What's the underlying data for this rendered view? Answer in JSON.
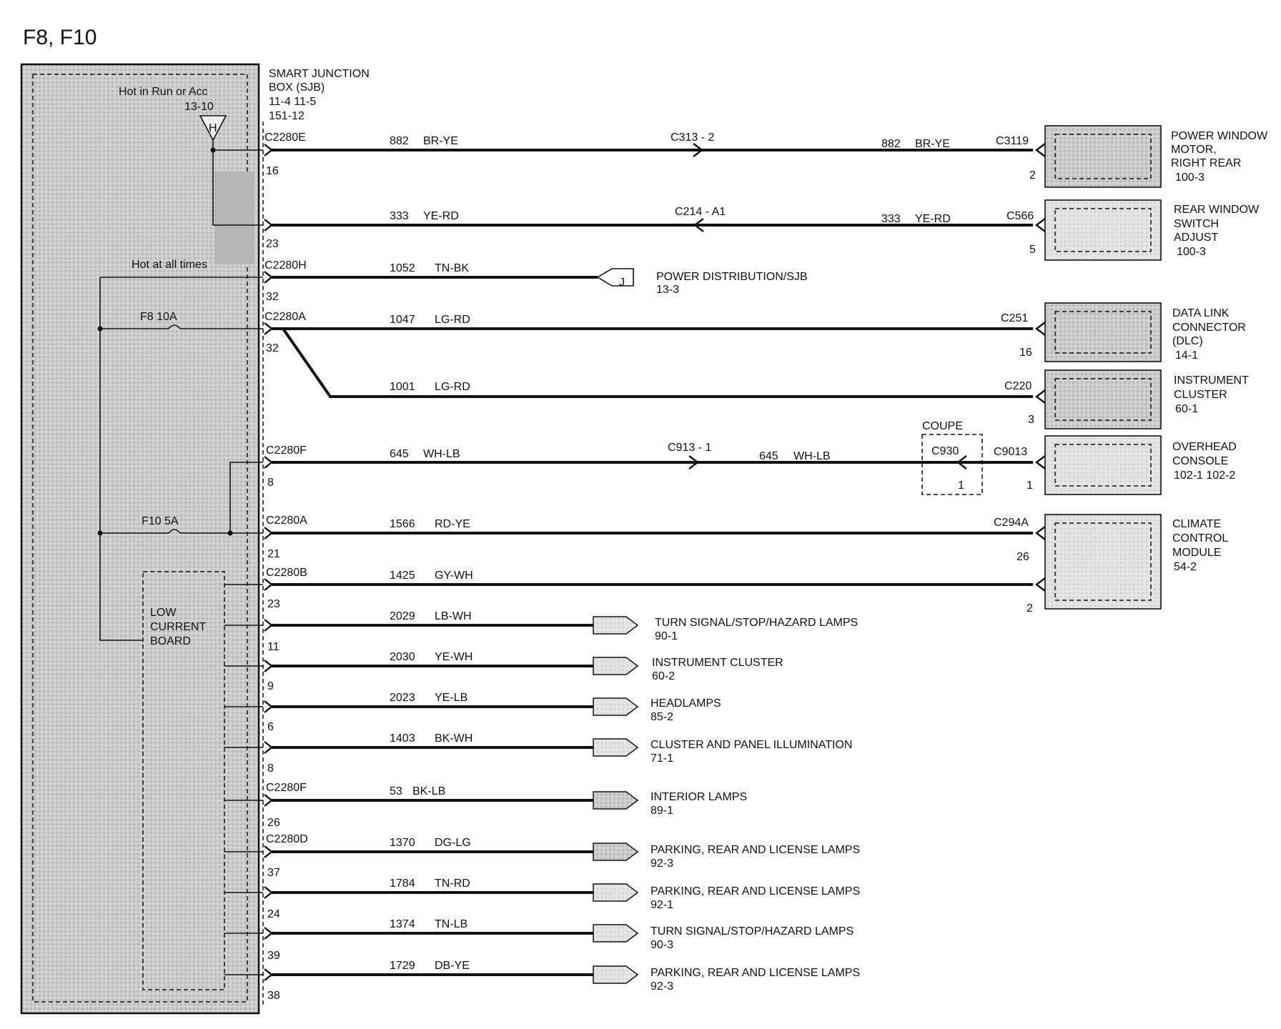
{
  "title": "F8, F10",
  "sjb": {
    "name_line1": "SMART  JUNCTION",
    "name_line2": "BOX (SJB)",
    "refs_line1": "11-4      11-5",
    "refs_line2": "151-12",
    "hot_run": "Hot in Run or Acc",
    "hot_run_ref": "13-10",
    "hot_run_sym": "H",
    "hot_all": "Hot at all times",
    "fuse_f8": "F8    10A",
    "fuse_f10": "F10    5A",
    "low_current": [
      "LOW",
      "CURRENT",
      "BOARD"
    ]
  },
  "circuits": [
    {
      "id": "w882",
      "connector": "C2280E",
      "pin": "16",
      "circuit": "882",
      "color": "BR-YE",
      "inline": "C313  -  2",
      "circuit2": "882",
      "color2": "BR-YE",
      "dest_conn": "C3119",
      "dest_pin": "2"
    },
    {
      "id": "w333",
      "pin": "23",
      "circuit": "333",
      "color": "YE-RD",
      "inline": "C214  -  A1",
      "circuit2": "333",
      "color2": "YE-RD",
      "dest_conn": "C566",
      "dest_pin": "5"
    },
    {
      "id": "w1052",
      "connector": "C2280H",
      "pin": "32",
      "circuit": "1052",
      "color": "TN-BK",
      "ref_sym": "J",
      "dest": "POWER DISTRIBUTION/SJB",
      "dest_ref": "13-3"
    },
    {
      "id": "w1047",
      "connector": "C2280A",
      "pin": "32",
      "circuit": "1047",
      "color": "LG-RD",
      "dest_conn": "C251",
      "dest_pin": "16"
    },
    {
      "id": "w1001",
      "circuit": "1001",
      "color": "LG-RD",
      "dest_conn": "C220",
      "dest_pin": "3"
    },
    {
      "id": "w645",
      "connector": "C2280F",
      "pin": "8",
      "circuit": "645",
      "color": "WH-LB",
      "inline": "C913  -  1",
      "circuit2": "645",
      "color2": "WH-LB",
      "coupe_label": "COUPE",
      "coupe_conn": "C930",
      "coupe_pin": "1",
      "dest_conn": "C9013",
      "dest_pin": "1"
    },
    {
      "id": "w1566",
      "connector": "C2280A",
      "pin": "21",
      "circuit": "1566",
      "color": "RD-YE",
      "dest_conn": "C294A",
      "dest_pin": "26"
    },
    {
      "id": "w1425",
      "connector": "C2280B",
      "pin": "23",
      "circuit": "1425",
      "color": "GY-WH",
      "dest_pin": "2"
    },
    {
      "id": "w2029",
      "pin": "11",
      "circuit": "2029",
      "color": "LB-WH",
      "dest": "TURN SIGNAL/STOP/HAZARD LAMPS",
      "dest_ref": "90-1"
    },
    {
      "id": "w2030",
      "pin": "9",
      "circuit": "2030",
      "color": "YE-WH",
      "dest": "INSTRUMENT CLUSTER",
      "dest_ref": "60-2"
    },
    {
      "id": "w2023",
      "pin": "6",
      "circuit": "2023",
      "color": "YE-LB",
      "dest": "HEADLAMPS",
      "dest_ref": "85-2"
    },
    {
      "id": "w1403",
      "pin": "8",
      "circuit": "1403",
      "color": "BK-WH",
      "dest": "CLUSTER AND PANEL ILLUMINATION",
      "dest_ref": "71-1"
    },
    {
      "id": "w53",
      "connector": "C2280F",
      "pin": "26",
      "circuit": "53",
      "color": "BK-LB",
      "dest": "INTERIOR LAMPS",
      "dest_ref": "89-1"
    },
    {
      "id": "w1370",
      "connector": "C2280D",
      "pin": "37",
      "circuit": "1370",
      "color": "DG-LG",
      "dest": "PARKING, REAR AND LICENSE LAMPS",
      "dest_ref": "92-3"
    },
    {
      "id": "w1784",
      "pin": "24",
      "circuit": "1784",
      "color": "TN-RD",
      "dest": "PARKING, REAR AND LICENSE LAMPS",
      "dest_ref": "92-1"
    },
    {
      "id": "w1374",
      "pin": "39",
      "circuit": "1374",
      "color": "TN-LB",
      "dest": "TURN SIGNAL/STOP/HAZARD LAMPS",
      "dest_ref": "90-3"
    },
    {
      "id": "w1729",
      "pin": "38",
      "circuit": "1729",
      "color": "DB-YE",
      "dest": "PARKING, REAR AND LICENSE LAMPS",
      "dest_ref": "92-3"
    }
  ],
  "components": [
    {
      "id": "c_pwm",
      "lines": [
        "POWER WINDOW",
        "MOTOR,",
        "RIGHT REAR"
      ],
      "ref": "100-3"
    },
    {
      "id": "c_rws",
      "lines": [
        "REAR WINDOW",
        "SWITCH",
        "ADJUST"
      ],
      "ref": "100-3"
    },
    {
      "id": "c_dlc",
      "lines": [
        "DATA LINK",
        "CONNECTOR",
        "(DLC)"
      ],
      "ref": "14-1"
    },
    {
      "id": "c_ic",
      "lines": [
        "INSTRUMENT",
        "CLUSTER"
      ],
      "ref": "60-1"
    },
    {
      "id": "c_oc",
      "lines": [
        "OVERHEAD",
        "CONSOLE"
      ],
      "ref": "102-1       102-2"
    },
    {
      "id": "c_ccm",
      "lines": [
        "CLIMATE",
        "CONTROL",
        "MODULE"
      ],
      "ref": "54-2"
    }
  ]
}
